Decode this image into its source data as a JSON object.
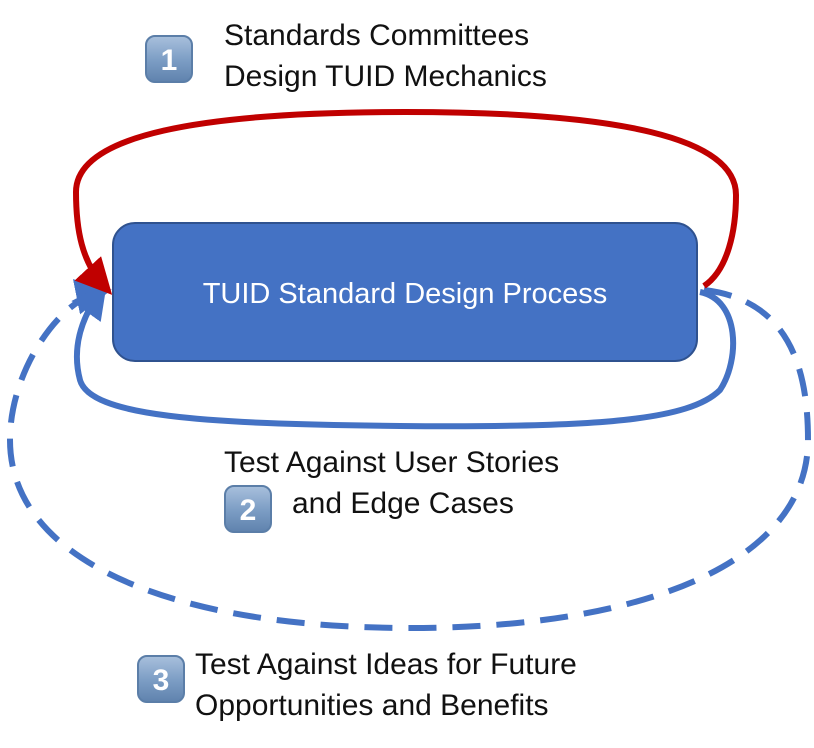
{
  "process_box": {
    "label": "TUID Standard Design Process"
  },
  "steps": [
    {
      "number": "1",
      "line1": "Standards Committees",
      "line2": "Design TUID Mechanics",
      "arrow_color": "#c00000"
    },
    {
      "number": "2",
      "line1": "Test Against User Stories",
      "line2": "and Edge Cases",
      "arrow_color": "#4472c4"
    },
    {
      "number": "3",
      "line1": "Test Against Ideas for Future",
      "line2": "Opportunities and Benefits",
      "arrow_color": "#4472c4"
    }
  ],
  "colors": {
    "box_fill": "#4472c4",
    "box_stroke": "#2f528f",
    "badge_fill": "#7a9cc2",
    "badge_stroke": "#5b7ea8"
  }
}
